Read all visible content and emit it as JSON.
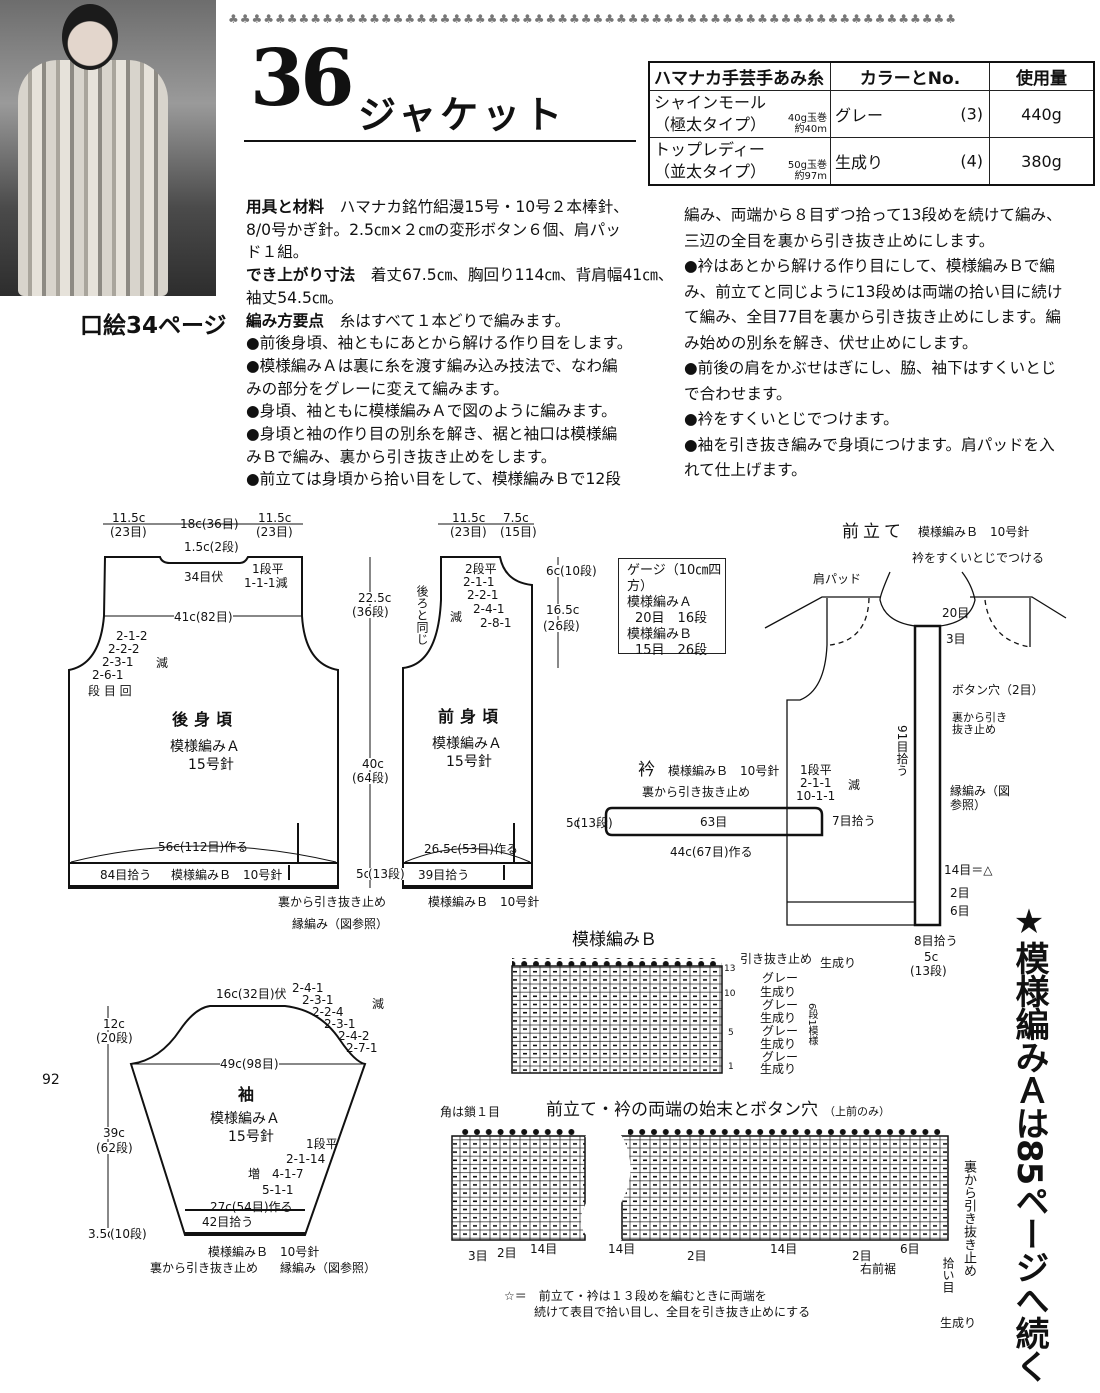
{
  "header": {
    "clover_border": "♣♣♣♣♣♣♣♣♣♣♣♣♣♣♣♣♣♣♣♣♣♣♣♣♣♣♣♣♣♣♣♣♣♣♣♣♣♣♣♣♣♣♣♣♣♣♣♣♣♣♣♣♣♣♣♣♣♣♣♣♣♣",
    "number": "36",
    "title": "ジャケット",
    "photo_caption": "口絵34ページ"
  },
  "yarn_table": {
    "headers": [
      "ハマナカ手芸手あみ糸",
      "カラーとNo.",
      "使用量"
    ],
    "rows": [
      {
        "name": "シャインモール",
        "type": "（極太タイプ）",
        "spec1": "40g玉巻",
        "spec2": "約40m",
        "color": "グレー",
        "color_no": "(3)",
        "amount": "440g"
      },
      {
        "name": "トップレディー",
        "type": "（並太タイプ）",
        "spec1": "50g玉巻",
        "spec2": "約97m",
        "color": "生成り",
        "color_no": "(4)",
        "amount": "380g"
      }
    ]
  },
  "instructions_left": {
    "materials_head": "用具と材料",
    "materials_1": "ハマナカ銘竹絽漫15号・10号２本棒針、",
    "materials_2": "8/0号かぎ針。2.5㎝×２㎝の変形ボタン６個、肩パッ",
    "materials_3": "ド１組。",
    "size_head": "でき上がり寸法",
    "size_1": "着丈67.5㎝、胸回り114㎝、背肩幅41㎝、",
    "size_2": "袖丈54.5㎝。",
    "method_head": "編み方要点",
    "method_1": "糸はすべて１本どりで編みます。",
    "lines": [
      "●前後身頃、袖ともにあとから解ける作り目をします。",
      "●模様編みＡは裏に糸を渡す編み込み技法で、なわ編",
      "みの部分をグレーに変えて編みます。",
      "●身頃、袖ともに模様編みＡで図のように編みます。",
      "●身頃と袖の作り目の別糸を解き、裾と袖口は模様編",
      "みＢで編み、裏から引き抜き止めをします。",
      "●前立ては身頃から拾い目をして、模様編みＢで12段"
    ]
  },
  "instructions_right": {
    "lines": [
      "編み、両端から８目ずつ拾って13段めを続けて編み、",
      "三辺の全目を裏から引き抜き止めにします。",
      "●衿はあとから解ける作り目にして、模様編みＢで編",
      "み、前立てと同じように13段めは両端の拾い目に続け",
      "て編み、全目77目を裏から引き抜き止めにします。編",
      "み始めの別糸を解き、伏せ止めにします。",
      "●前後の肩をかぶせはぎにし、脇、袖下はすくいとじ",
      "で合わせます。",
      "●衿をすくいとじでつけます。",
      "●袖を引き抜き編みで身頃につけます。肩パッドを入",
      "れて仕上げます。"
    ]
  },
  "back": {
    "w1": "11.5c",
    "w1s": "(23目)",
    "w2": "18c(36目)",
    "w3": "11.5c",
    "w3s": "(23目)",
    "neck_depth": "1.5c(2段)",
    "neck_bind": "34目伏",
    "neck_dec1": "1段平",
    "neck_dec2": "1-1-1減",
    "shoulder": "41c(82目)",
    "arm1": "2-1-2",
    "arm2": "2-2-2",
    "arm3": "2-3-1",
    "arm4": "2-6-1",
    "arm_dec": "減",
    "arm_legend": "段 目 回",
    "name": "後身頃",
    "pattern": "模様編みＡ",
    "needle": "15号針",
    "cast_on": "56c(112目)作る",
    "pickup": "84目拾う",
    "band": "模様編みＢ　10号針",
    "h1": "22.5c",
    "h1s": "(36段)",
    "h2": "40c",
    "h2s": "(64段)",
    "h3": "5c",
    "h3s": "(13段)"
  },
  "front": {
    "w1": "11.5c",
    "w1s": "(23目)",
    "w2": "7.5c",
    "w2s": "(15目)",
    "same_as_back": "後ろと同じ",
    "neck0": "2段平",
    "neck1": "2-1-1",
    "neck2": "2-2-1",
    "neck3": "2-4-1",
    "neck4": "2-8-1",
    "neck_dec": "減",
    "h1": "6c",
    "h1s": "(10段)",
    "h2": "16.5c",
    "h2s": "(26段)",
    "name": "前身頃",
    "pattern": "模様編みＡ",
    "needle": "15号針",
    "cast_on": "26.5c(53目)作る",
    "pickup": "39目拾う",
    "band": "模様編みＢ　10号針",
    "bind_off": "裏から引き抜き止め",
    "edging": "縁編み（図参照）"
  },
  "gauge": {
    "title": "ゲージ（10㎝四方）",
    "a": "模様編みＡ",
    "a_val": "20目　16段",
    "b": "模様編みＢ",
    "b_val": "15目　26段"
  },
  "collar": {
    "title": "衿",
    "pattern": "模様編みＢ　10号針",
    "bind_off": "裏から引き抜き止め",
    "stitches": "63目",
    "cast_on": "44c(67目)作る",
    "height": "5c",
    "height_s": "(13段)",
    "dec0": "1段平",
    "dec1": "2-1-1",
    "dec2": "10-1-1",
    "dec": "減",
    "pickup": "7目拾う"
  },
  "front_band": {
    "title": "前立て",
    "pattern": "模様編みＢ　10号針",
    "attach": "衿をすくいとじでつける",
    "shoulder_pad": "肩パッド",
    "top": "20目",
    "top_gap": "3目",
    "buttonhole": "ボタン穴（2目）",
    "bind_off": "裏から引き抜き止め",
    "pickup_side": "91目拾う",
    "edging": "縁編み（図参照）",
    "interval": "14目＝△",
    "gap2": "2目",
    "gap6": "6目",
    "pickup_bottom": "8目拾う",
    "width": "5c",
    "width_s": "(13段)"
  },
  "sleeve": {
    "top": "16c(32目)伏",
    "cap1": "2-4-1",
    "cap2": "2-3-1",
    "cap3": "2-2-4",
    "cap4": "2-3-1",
    "cap5": "2-4-2",
    "cap6": "2-7-1",
    "cap_dec": "減",
    "width": "49c(98目)",
    "name": "袖",
    "pattern": "模様編みＡ",
    "needle": "15号針",
    "inc0": "1段平",
    "inc1": "2-1-14",
    "inc2": "4-1-7",
    "inc3": "5-1-1",
    "inc": "増",
    "cast_on": "27c(54目)作る",
    "pickup": "42目拾う",
    "band": "模様編みＢ　10号針",
    "bind_off": "裏から引き抜き止め",
    "edging": "縁編み（図参照）",
    "h1": "12c",
    "h1s": "(20段)",
    "h2": "39c",
    "h2s": "(62段)",
    "h3": "3.5c",
    "h3s": "(10段)"
  },
  "pattern_b": {
    "title": "模様編みＢ",
    "bind_off": "引き抜き止め",
    "natural": "生成り",
    "gray": "グレー",
    "row13": "13",
    "row10": "10",
    "row5": "5",
    "row1": "1",
    "repeat": "6段1模様"
  },
  "edge_chart": {
    "title": "前立て・衿の両端の始末とボタン穴",
    "title_note": "（上前のみ）",
    "corner": "角は鎖１目",
    "s3": "3目",
    "s2": "2目",
    "s14": "14目",
    "s6": "6目",
    "hem": "右前裾",
    "pick": "拾い目",
    "bind": "裏から引き抜き止め",
    "yarn": "生成り",
    "note1": "☆＝　前立て・衿は１３段めを編むときに両端を",
    "note2": "続けて表目で拾い目し、全目を引き抜き止めにする"
  },
  "continued": "★模様編みＡは85ページへ続く",
  "page_number": "92"
}
